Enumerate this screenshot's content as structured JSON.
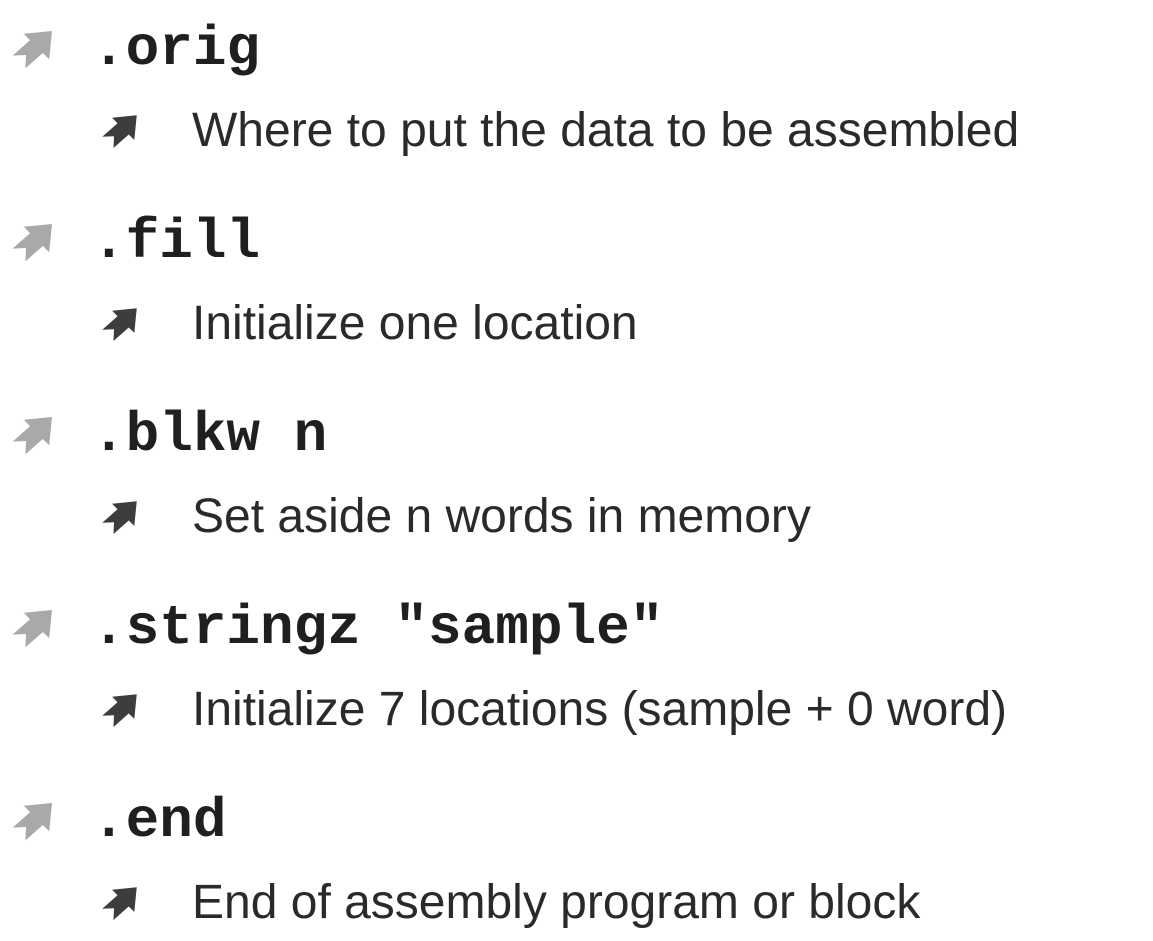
{
  "page": {
    "type": "presentation-slide",
    "background": "#ffffff"
  },
  "colors": {
    "level1_arrow": "#a9a9a9",
    "level2_arrow": "#3d3d3d",
    "directive_text": "#1f1f1f",
    "description_text": "#2a2a2a"
  },
  "icons": {
    "bullet": "ne-arrow-icon"
  },
  "list": {
    "items": [
      {
        "directive": ".orig",
        "description": "Where to put the data to be assembled"
      },
      {
        "directive": ".fill",
        "description": "Initialize one location"
      },
      {
        "directive": ".blkw n",
        "description": "Set aside n words in memory"
      },
      {
        "directive": ".stringz \"sample\"",
        "description": "Initialize 7 locations (sample + 0 word)"
      },
      {
        "directive": ".end",
        "description": "End of assembly program or block"
      }
    ]
  }
}
